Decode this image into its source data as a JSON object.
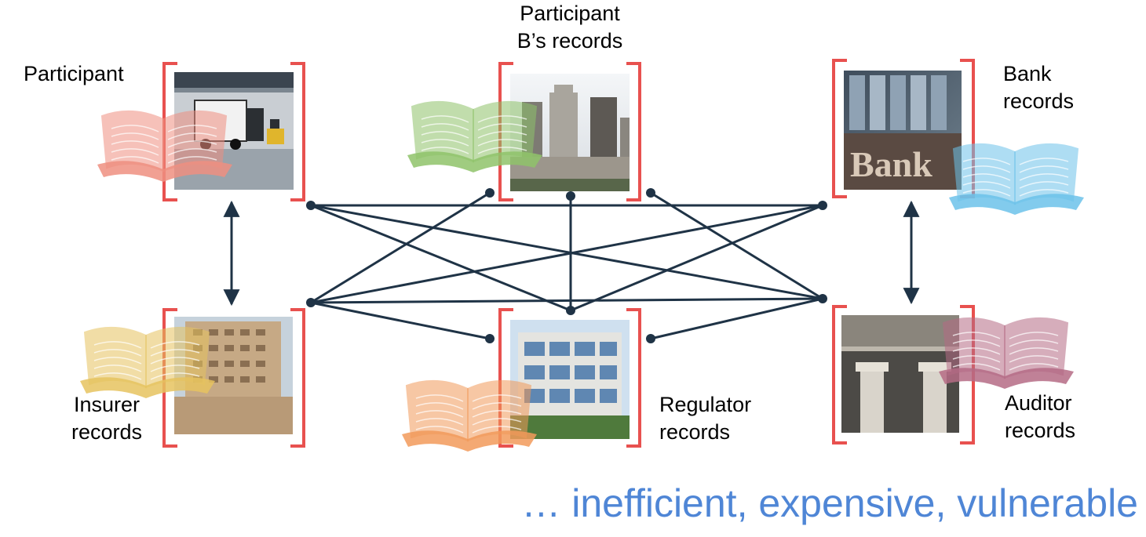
{
  "nodes": {
    "participant_a": {
      "label": "Participant",
      "book_color": "#ef8f80"
    },
    "participant_b": {
      "label": "Participant\nB’s records",
      "book_color": "#8fc36a"
    },
    "bank": {
      "label": "Bank\nrecords",
      "image_text": "Bank",
      "book_color": "#6cc2ea"
    },
    "insurer": {
      "label": "Insurer\nrecords",
      "book_color": "#e6c35f"
    },
    "regulator": {
      "label": "Regulator\nrecords",
      "book_color": "#f29a5a"
    },
    "auditor": {
      "label": "Auditor\nrecords",
      "book_color": "#b56b85"
    }
  },
  "caption": "… inefficient, expensive, vulnerable",
  "colors": {
    "bracket": "#e8514f",
    "connector": "#1f3346",
    "caption": "#4f86d6"
  }
}
